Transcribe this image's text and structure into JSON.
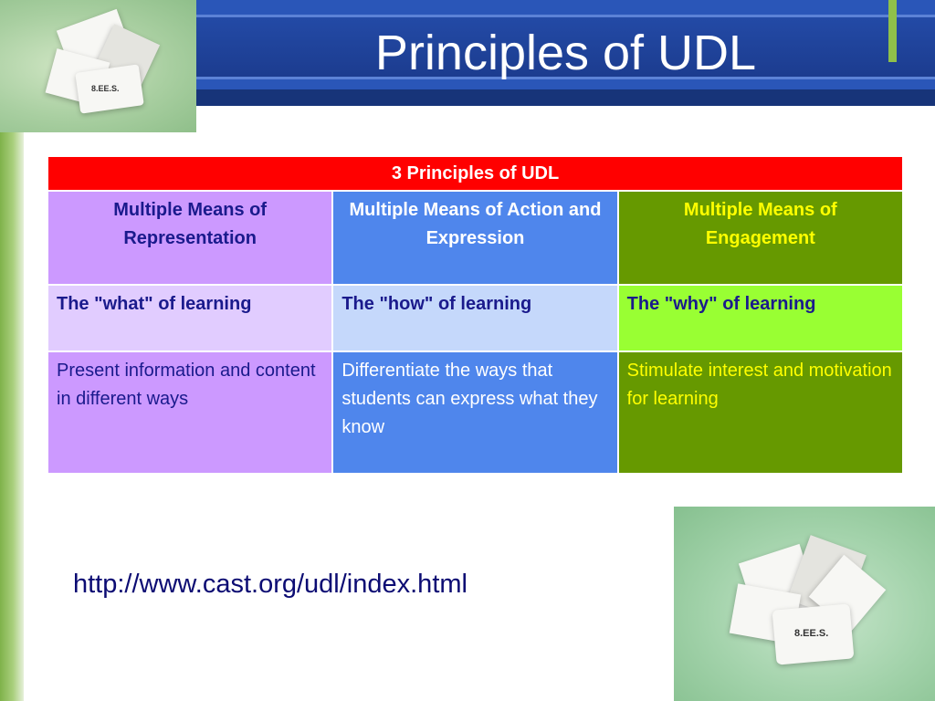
{
  "slide": {
    "title": "Principles of UDL",
    "link": "http://www.cast.org/udl/index.html"
  },
  "photos": {
    "top_label": "8.EE.S.",
    "bottom_label": "8.EE.S."
  },
  "table": {
    "header": "3 Principles of UDL",
    "columns": [
      {
        "name": "Multiple Means of Representation",
        "focus": "The \"what\" of learning",
        "description": "Present information and content in different ways"
      },
      {
        "name": "Multiple Means of Action and Expression",
        "focus": "The \"how\" of learning",
        "description": "Differentiate the ways that students can express what they know"
      },
      {
        "name": "Multiple Means of Engagement",
        "focus": "The \"why\" of learning",
        "description": "Stimulate interest and motivation for learning"
      }
    ]
  },
  "colors": {
    "header_red": "#ff0000",
    "representation": "#cc99ff",
    "action_expression": "#4f86ec",
    "engagement": "#669900",
    "title_band": "#1f3f93",
    "accent_green": "#8fc04a"
  }
}
